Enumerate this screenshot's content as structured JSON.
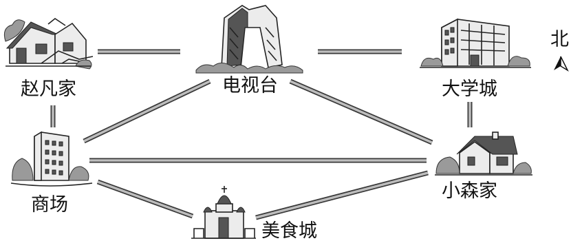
{
  "places": {
    "zhaofan_home": "赵凡家",
    "tv_station": "电视台",
    "university_town": "大学城",
    "mall": "商场",
    "xiaosen_home": "小森家",
    "food_city": "美食城"
  },
  "compass": {
    "north_label": "北"
  },
  "colors": {
    "road_outline": "#3a3a3a",
    "road_fill": "#bdbdbd",
    "ink": "#222222"
  }
}
